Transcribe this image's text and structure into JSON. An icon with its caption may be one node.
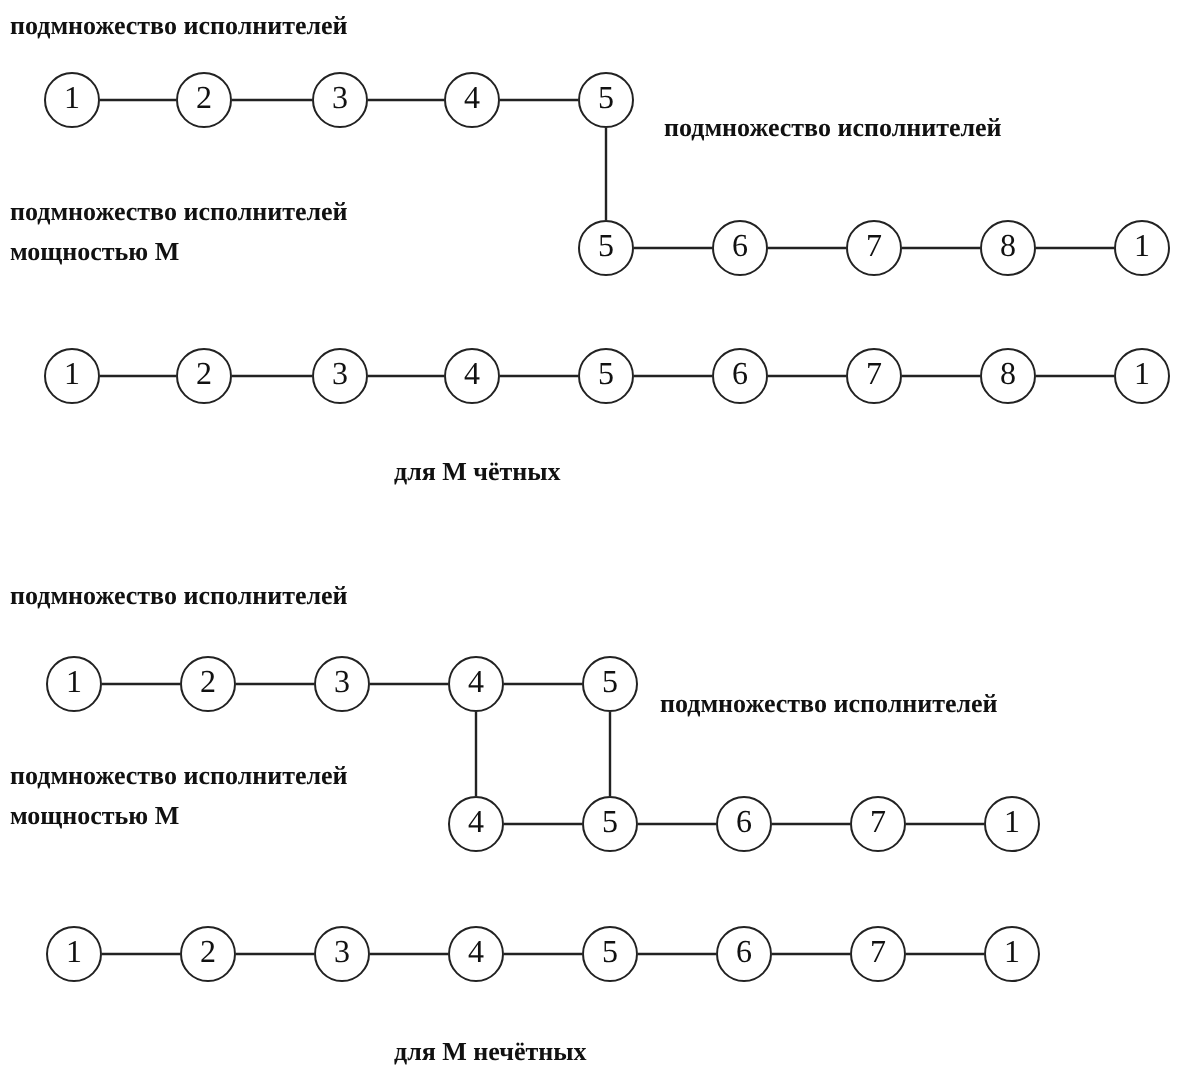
{
  "diagram": {
    "nodes": [
      {
        "text": [
          "1"
        ]
      },
      {
        "text": [
          "2"
        ]
      },
      {
        "text": [
          "3"
        ]
      },
      {
        "text": [
          "4"
        ]
      },
      {
        "text": [
          "5"
        ]
      },
      {
        "text": [
          "5"
        ]
      },
      {
        "text": [
          "6"
        ]
      },
      {
        "text": [
          "7"
        ]
      },
      {
        "text": [
          "8"
        ]
      },
      {
        "text": [
          "1"
        ]
      },
      {
        "text": [
          "1"
        ]
      },
      {
        "text": [
          "2"
        ]
      },
      {
        "text": [
          "3"
        ]
      },
      {
        "text": [
          "4"
        ]
      },
      {
        "text": [
          "5"
        ]
      },
      {
        "text": [
          "6"
        ]
      },
      {
        "text": [
          "7"
        ]
      },
      {
        "text": [
          "8"
        ]
      },
      {
        "text": [
          "1"
        ]
      },
      {
        "text": [
          "1"
        ]
      },
      {
        "text": [
          "2"
        ]
      },
      {
        "text": [
          "3"
        ]
      },
      {
        "text": [
          "4"
        ]
      },
      {
        "text": [
          "5"
        ]
      },
      {
        "text": [
          "4"
        ]
      },
      {
        "text": [
          "5"
        ]
      },
      {
        "text": [
          "6"
        ]
      },
      {
        "text": [
          "7"
        ]
      },
      {
        "text": [
          "1"
        ]
      },
      {
        "text": [
          "1"
        ]
      },
      {
        "text": [
          "2"
        ]
      },
      {
        "text": [
          "3"
        ]
      },
      {
        "text": [
          "4"
        ]
      },
      {
        "text": [
          "5"
        ]
      },
      {
        "text": [
          "6"
        ]
      },
      {
        "text": [
          "7"
        ]
      },
      {
        "text": [
          "1"
        ]
      }
    ],
    "edges": [
      {
        "from": 0,
        "to": 1,
        "arrow": "none"
      },
      {
        "from": 1,
        "to": 2,
        "arrow": "none"
      },
      {
        "from": 2,
        "to": 3,
        "arrow": "none"
      },
      {
        "from": 3,
        "to": 4,
        "arrow": "none"
      },
      {
        "from": 4,
        "to": 5,
        "arrow": "none"
      },
      {
        "from": 5,
        "to": 6,
        "arrow": "none"
      },
      {
        "from": 6,
        "to": 7,
        "arrow": "none"
      },
      {
        "from": 7,
        "to": 8,
        "arrow": "none"
      },
      {
        "from": 8,
        "to": 9,
        "arrow": "none"
      },
      {
        "from": 10,
        "to": 11,
        "arrow": "none"
      },
      {
        "from": 11,
        "to": 12,
        "arrow": "none"
      },
      {
        "from": 12,
        "to": 13,
        "arrow": "none"
      },
      {
        "from": 13,
        "to": 14,
        "arrow": "none"
      },
      {
        "from": 14,
        "to": 15,
        "arrow": "none"
      },
      {
        "from": 15,
        "to": 16,
        "arrow": "none"
      },
      {
        "from": 16,
        "to": 17,
        "arrow": "none"
      },
      {
        "from": 17,
        "to": 18,
        "arrow": "none"
      },
      {
        "from": 19,
        "to": 20,
        "arrow": "none"
      },
      {
        "from": 20,
        "to": 21,
        "arrow": "none"
      },
      {
        "from": 21,
        "to": 22,
        "arrow": "none"
      },
      {
        "from": 22,
        "to": 23,
        "arrow": "none"
      },
      {
        "from": 22,
        "to": 24,
        "arrow": "none"
      },
      {
        "from": 23,
        "to": 25,
        "arrow": "none"
      },
      {
        "from": 24,
        "to": 25,
        "arrow": "none"
      },
      {
        "from": 25,
        "to": 26,
        "arrow": "none"
      },
      {
        "from": 26,
        "to": 27,
        "arrow": "none"
      },
      {
        "from": 27,
        "to": 28,
        "arrow": "none"
      },
      {
        "from": 29,
        "to": 30,
        "arrow": "none"
      },
      {
        "from": 30,
        "to": 31,
        "arrow": "none"
      },
      {
        "from": 31,
        "to": 32,
        "arrow": "none"
      },
      {
        "from": 32,
        "to": 33,
        "arrow": "none"
      },
      {
        "from": 33,
        "to": 34,
        "arrow": "none"
      },
      {
        "from": 34,
        "to": 35,
        "arrow": "none"
      },
      {
        "from": 35,
        "to": 36,
        "arrow": "none"
      }
    ],
    "labels": [
      "подмножество исполнителей",
      "подмножество исполнителей",
      "подмножество исполнителей мощностью М",
      "для М чётных",
      "подмножество исполнителей",
      "подмножество исполнителей",
      "подмножество исполнителей мощностью М",
      "для М нечётных"
    ]
  }
}
